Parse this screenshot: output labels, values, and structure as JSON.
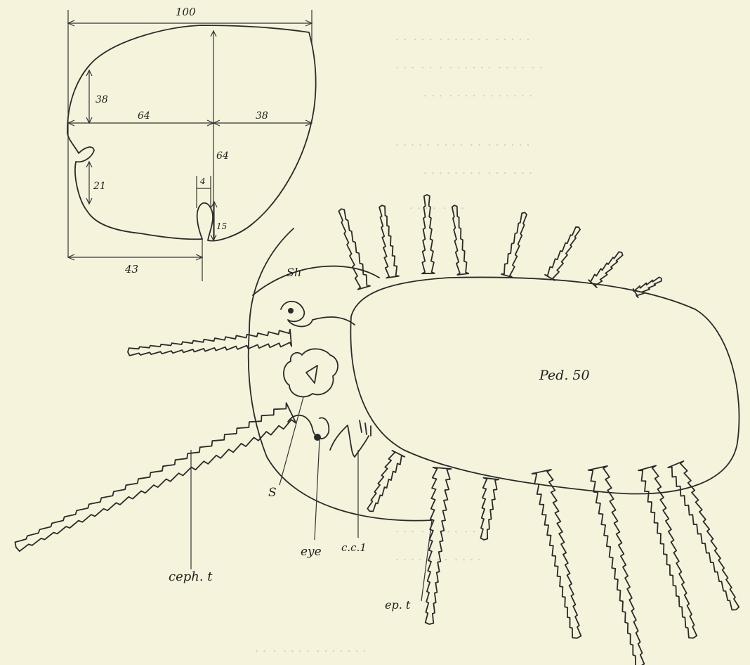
{
  "outline_figure": {
    "dimensions": {
      "total_width": "100",
      "upper_left_height": "38",
      "left_width": "64",
      "right_width": "38",
      "center_height": "64",
      "lower_left_height": "21",
      "notch_width": "4",
      "notch_depth": "15",
      "base_left": "43"
    }
  },
  "animal_figure": {
    "labels": {
      "sh": "Sh",
      "ped": "Ped. 50",
      "s": "S",
      "ceph_t": "ceph. t",
      "eye": "eye",
      "ccl": "c.c.1",
      "ep_t": "ep. t"
    }
  },
  "colors": {
    "paper": "#f6f3dc",
    "ink": "#2a2a2a",
    "bleed_through": "#b9b6a0"
  }
}
